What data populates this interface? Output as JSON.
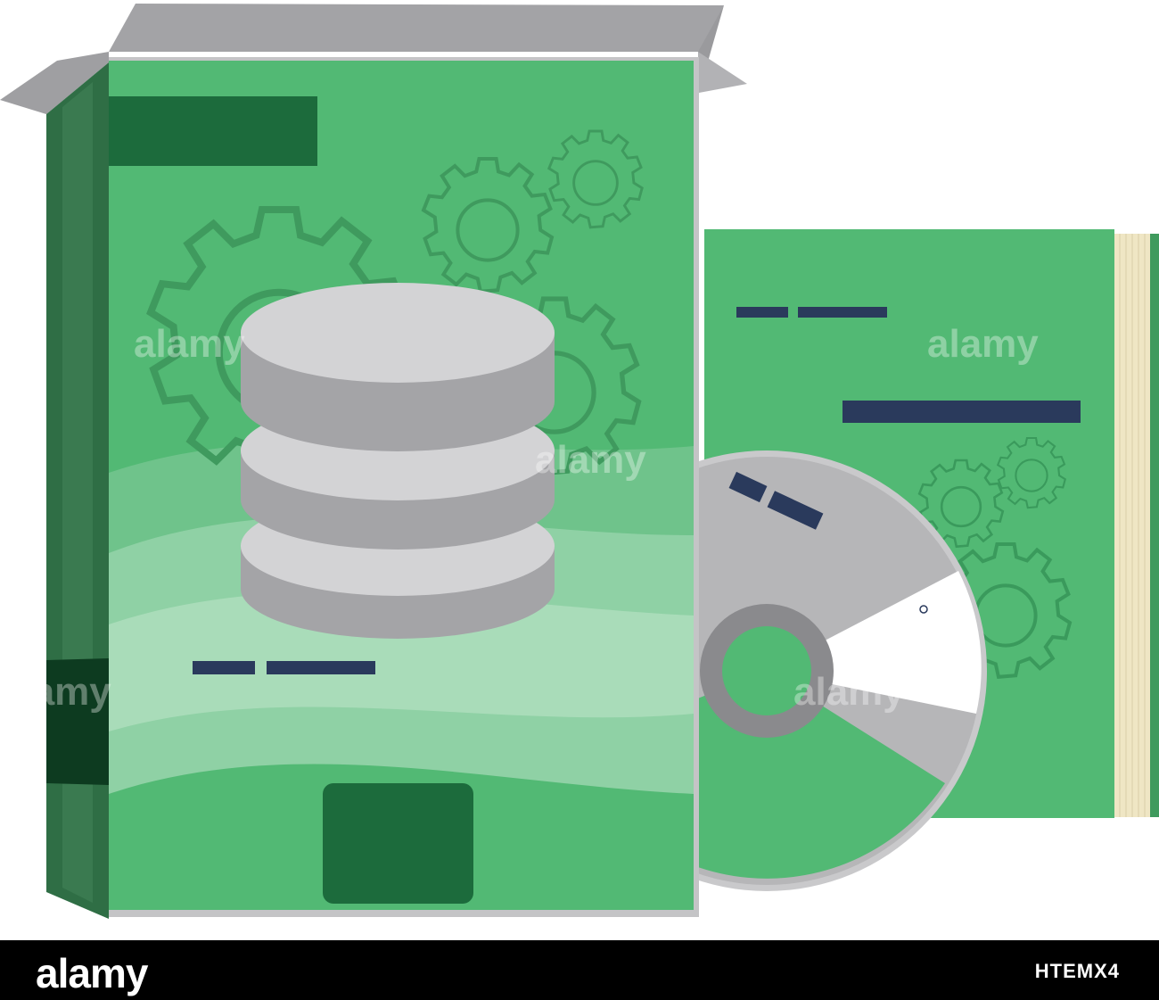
{
  "illustration": {
    "subject": "software box with database icon, manual and disc",
    "colors": {
      "box_green": "#52b974",
      "box_dark_green": "#1c6b3c",
      "box_side": "#2f6e45",
      "lid_gray": "#a3a3a6",
      "database_top": "#d3d3d5",
      "database_side": "#a4a4a7",
      "label_navy": "#2a3a5c",
      "disc_gray": "#b6b6b8",
      "page_edges": "#efe6c4"
    },
    "icons": [
      "database-icon",
      "gear-icon",
      "disc-icon",
      "manual-icon"
    ]
  },
  "watermark": {
    "logo": "alamy",
    "image_id": "HTEMX4",
    "overlay_text": "alamy"
  }
}
